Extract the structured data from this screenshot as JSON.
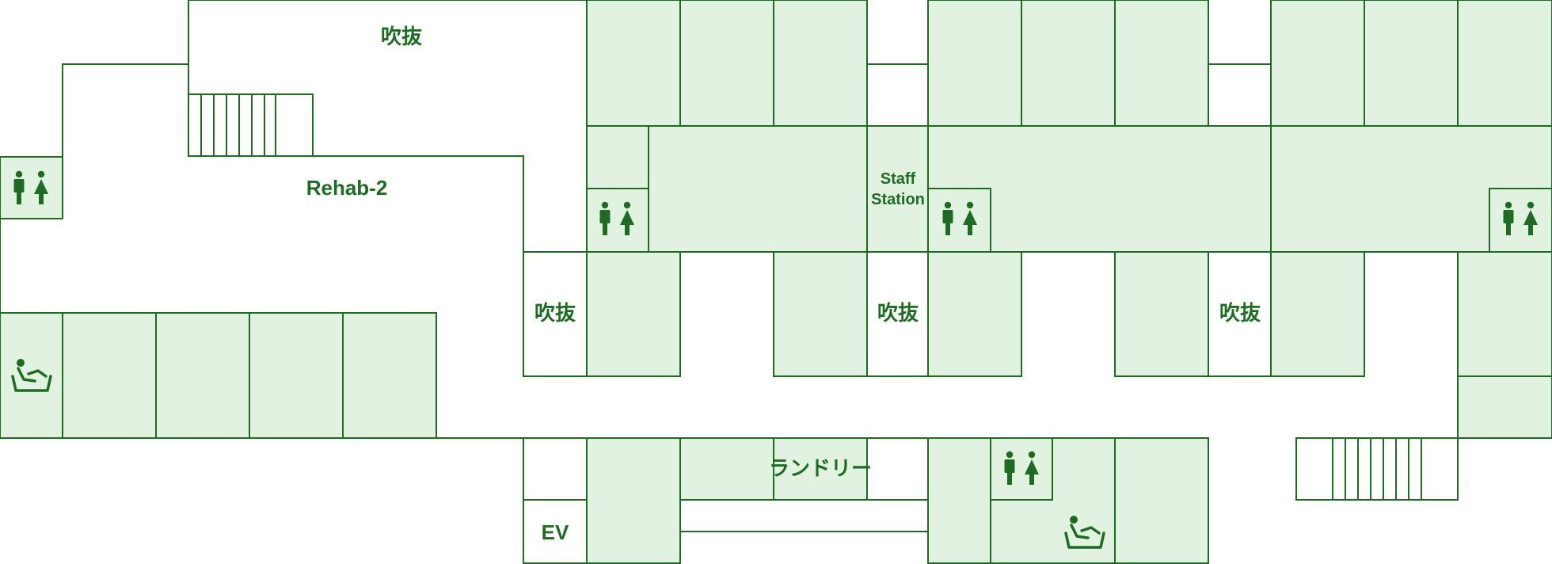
{
  "floor_plan": {
    "labels": {
      "void_top": "吹抜",
      "rehab": "Rehab-2",
      "staff_station_line1": "Staff",
      "staff_station_line2": "Station",
      "void_left": "吹抜",
      "void_center": "吹抜",
      "void_right": "吹抜",
      "laundry": "ランドリー",
      "elevator": "EV"
    },
    "icons": {
      "restroom": "restroom-icon",
      "bath": "bath-icon",
      "stairs": "stairs-icon"
    },
    "colors": {
      "line": "#1f6b24",
      "room_fill": "#e1f3e0",
      "background": "#ffffff"
    }
  }
}
